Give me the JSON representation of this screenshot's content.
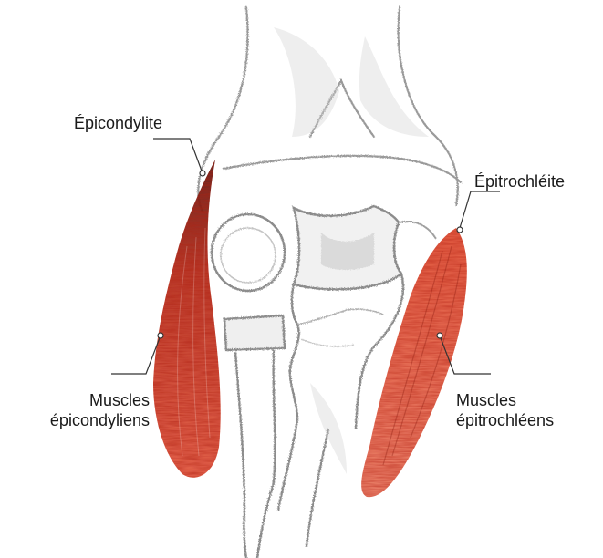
{
  "labels": {
    "epicondylite": "Épicondylite",
    "epitrochleite": "Épitrochléite",
    "muscles_epicondyliens_line1": "Muscles",
    "muscles_epicondyliens_line2": "épicondyliens",
    "muscles_epitrochleens_line1": "Muscles",
    "muscles_epitrochleens_line2": "épitrochléens"
  },
  "colors": {
    "muscle_red": "#d9381e",
    "muscle_dark": "#7a1a10",
    "bone_outline": "#9a9a9a",
    "bone_shade": "#bdbdbd",
    "leader_line": "#333333"
  }
}
